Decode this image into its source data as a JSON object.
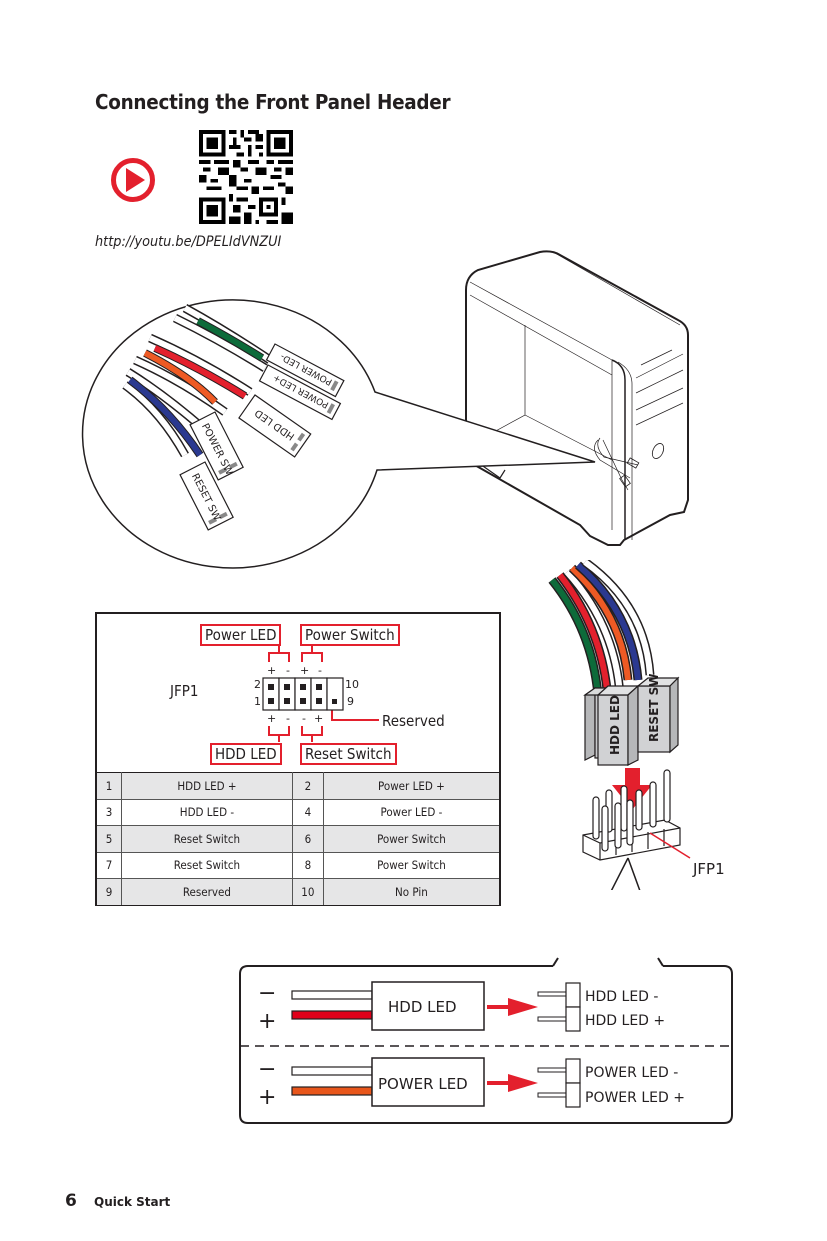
{
  "page": {
    "title": "Connecting the Front Panel Header",
    "video_url": "http://youtu.be/DPELIdVNZUI",
    "footer": {
      "page_number": "6",
      "section": "Quick Start"
    }
  },
  "colors": {
    "accent_red": "#e3202d",
    "wire_green": "#0d6b3a",
    "wire_red": "#e3202d",
    "wire_orange": "#ee5a24",
    "wire_blue": "#2b3990",
    "hdd_wire_red": "#e0001a",
    "power_wire_orange": "#e8561b",
    "row_gray": "#e6e6e7"
  },
  "icons": {
    "play": "play-circle-icon",
    "qr": "qr-code"
  },
  "callout": {
    "connectors": [
      "POWER LED-",
      "POWER LED+",
      "HDD LED",
      "POWER SW",
      "RESET SW"
    ]
  },
  "jfp1": {
    "header_label": "JFP1",
    "top_labels": [
      "Power LED",
      "Power Switch"
    ],
    "bottom_labels": [
      "HDD LED",
      "Reset Switch"
    ],
    "reserved_label": "Reserved",
    "row_numbers": {
      "top_left": "2",
      "bottom_left": "1",
      "top_right": "10",
      "bottom_right": "9"
    },
    "top_signs": [
      "+",
      "-",
      "+",
      "-"
    ],
    "bottom_signs": [
      "+",
      "-",
      "-",
      "+"
    ],
    "pins": [
      {
        "pin_a": "1",
        "name_a": "HDD LED +",
        "pin_b": "2",
        "name_b": "Power LED +"
      },
      {
        "pin_a": "3",
        "name_a": "HDD LED -",
        "pin_b": "4",
        "name_b": "Power LED -"
      },
      {
        "pin_a": "5",
        "name_a": "Reset Switch",
        "pin_b": "6",
        "name_b": "Power Switch"
      },
      {
        "pin_a": "7",
        "name_a": "Reset Switch",
        "pin_b": "8",
        "name_b": "Power Switch"
      },
      {
        "pin_a": "9",
        "name_a": "Reserved",
        "pin_b": "10",
        "name_b": "No Pin"
      }
    ]
  },
  "connector_illustration": {
    "plug_labels": [
      "HDD LED",
      "RESET SW"
    ],
    "header_label": "JFP1"
  },
  "polarity_detail": {
    "sections": [
      {
        "minus": "−",
        "plus": "+",
        "connector": "HDD LED",
        "pin_minus": "HDD LED -",
        "pin_plus": "HDD LED +"
      },
      {
        "minus": "−",
        "plus": "+",
        "connector": "POWER LED",
        "pin_minus": "POWER LED -",
        "pin_plus": "POWER LED +"
      }
    ]
  }
}
